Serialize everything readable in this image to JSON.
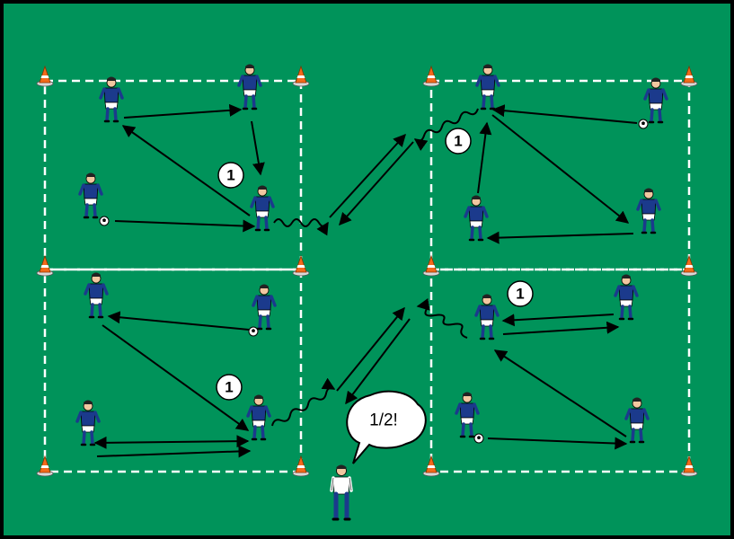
{
  "field": {
    "color": "#00935a",
    "line_color": "#ffffff",
    "border_color": "#000000"
  },
  "player_colors": {
    "shirt": "#1b3a8c",
    "shorts": "#ffffff",
    "socks": "#1b3a8c",
    "skin": "#f2c7a0"
  },
  "coach": {
    "shout": "1/2!"
  },
  "zones": [
    {
      "name": "top-left",
      "number_label": "1"
    },
    {
      "name": "top-right",
      "number_label": "1"
    },
    {
      "name": "bottom-left",
      "number_label": "1"
    },
    {
      "name": "bottom-right",
      "number_label": "1"
    }
  ],
  "icons": [
    "cone-icon",
    "player-icon",
    "ball-icon",
    "coach-icon",
    "arrow-icon",
    "dribble-path-icon",
    "speech-bubble-icon"
  ]
}
